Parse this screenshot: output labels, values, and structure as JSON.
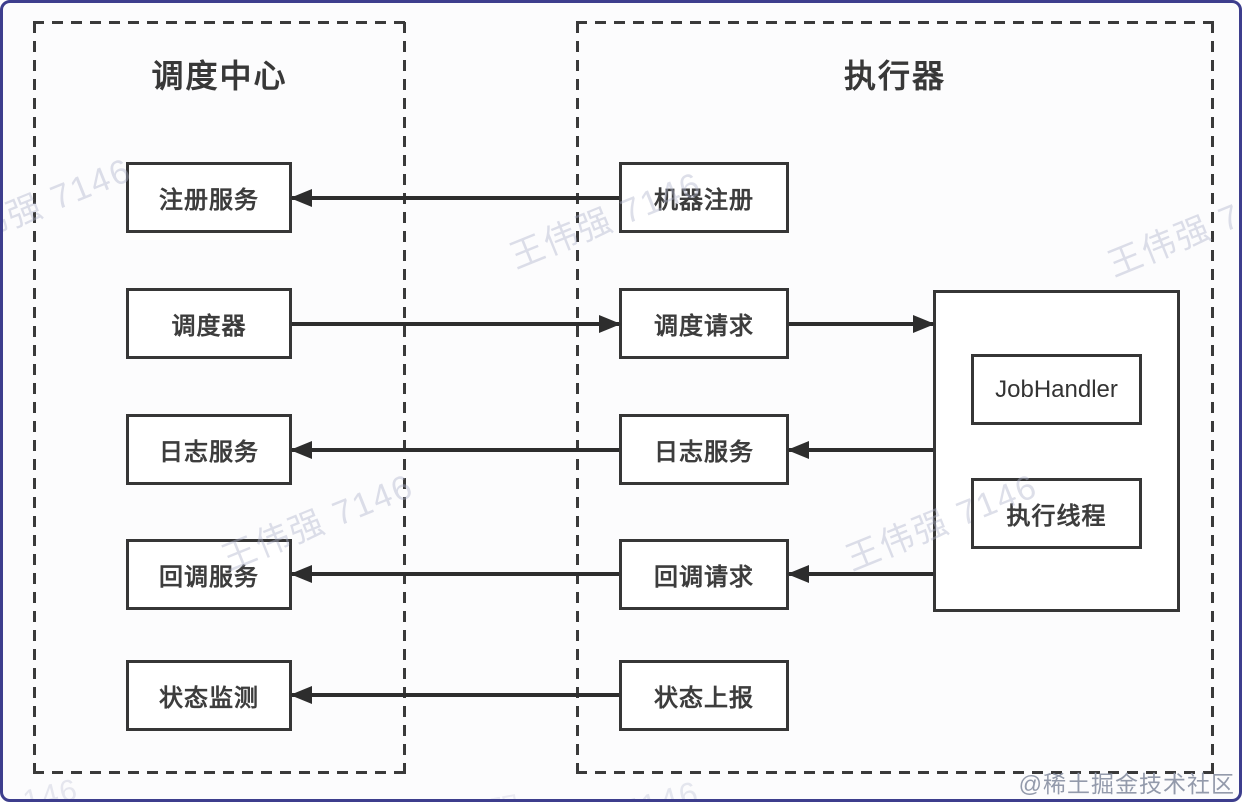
{
  "scheduler_center": {
    "title": "调度中心",
    "nodes": [
      "注册服务",
      "调度器",
      "日志服务",
      "回调服务",
      "状态监测"
    ]
  },
  "executor": {
    "title": "执行器",
    "nodes": [
      "机器注册",
      "调度请求",
      "日志服务",
      "回调请求",
      "状态上报"
    ],
    "inner_box_nodes": [
      "JobHandler",
      "执行线程"
    ]
  },
  "edges": [
    {
      "from": "机器注册",
      "to": "注册服务",
      "direction": "left"
    },
    {
      "from": "调度器",
      "to": "调度请求",
      "direction": "right"
    },
    {
      "from": "调度请求",
      "to": "executor-inner-box",
      "direction": "right"
    },
    {
      "from": "日志服务(执行器)",
      "to": "日志服务(调度中心)",
      "direction": "left"
    },
    {
      "from": "executor-inner-box",
      "to": "日志服务(执行器)",
      "direction": "left"
    },
    {
      "from": "回调请求",
      "to": "回调服务",
      "direction": "left"
    },
    {
      "from": "executor-inner-box",
      "to": "回调请求",
      "direction": "left"
    },
    {
      "from": "状态上报",
      "to": "状态监测",
      "direction": "left"
    }
  ],
  "watermarks": {
    "author": "王伟强 7146",
    "fragments": [
      "146",
      "7146",
      "王伟强"
    ],
    "credit": "@稀土掘金技术社区"
  },
  "colors": {
    "frame_border": "#3d3e8d",
    "diagram_ink": "#363636",
    "arrow": "#2d2d2d",
    "watermark": "#b0b4cc",
    "credit": "#939aab"
  }
}
